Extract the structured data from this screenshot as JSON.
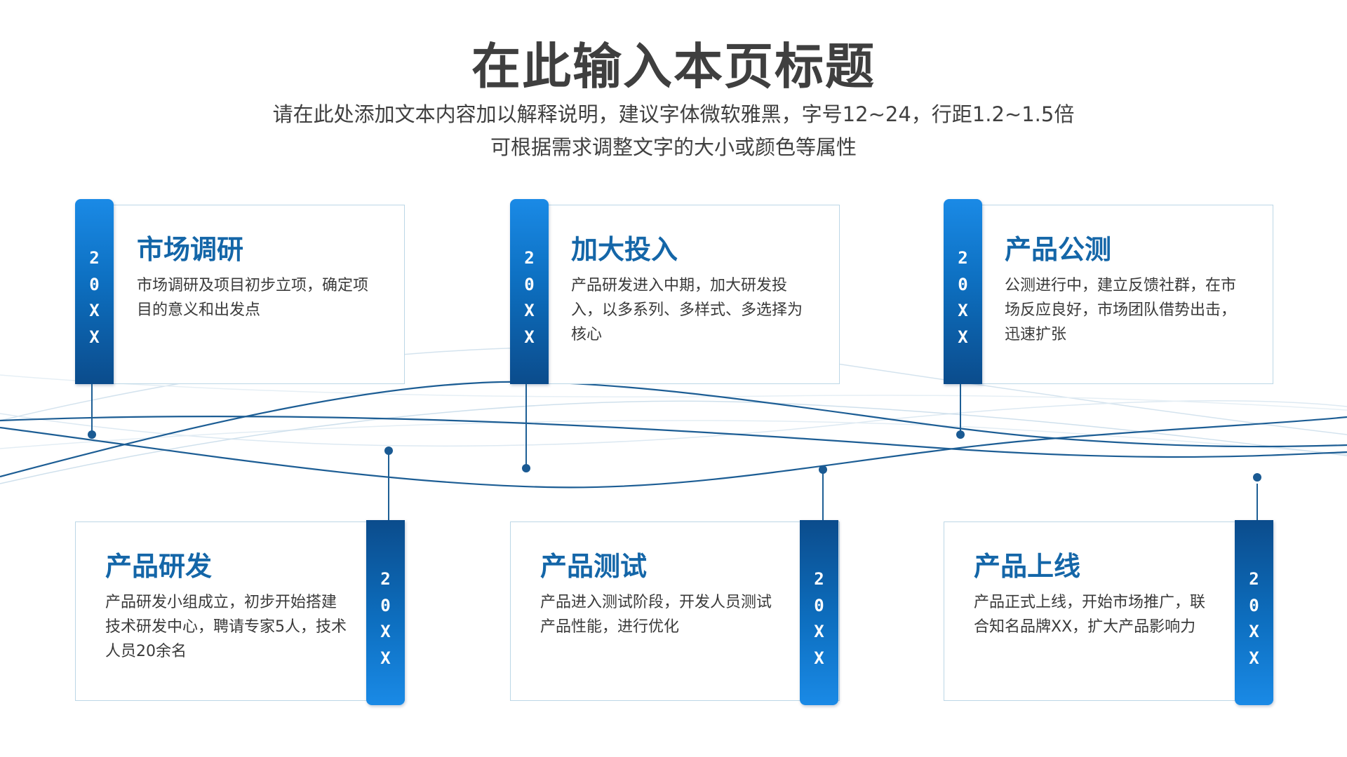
{
  "header": {
    "title": "在此输入本页标题",
    "subtitle_line1": "请在此处添加文本内容加以解释说明，建议字体微软雅黑，字号12~24，行距1.2~1.5倍",
    "subtitle_line2": "可根据需求调整文字的大小或颜色等属性"
  },
  "colors": {
    "accent": "#0d6fc0",
    "accent_dark": "#0b4c8c",
    "title_blue": "#1466a8",
    "card_border": "#bcd7e6",
    "line": "#1e5f95"
  },
  "milestones": [
    {
      "year": "20XX",
      "title": "市场调研",
      "text": "市场调研及项目初步立项，确定项目的意义和出发点"
    },
    {
      "year": "20XX",
      "title": "加大投入",
      "text": "产品研发进入中期，加大研发投入，以多系列、多样式、多选择为核心"
    },
    {
      "year": "20XX",
      "title": "产品公测",
      "text": "公测进行中，建立反馈社群，在市场反应良好，市场团队借势出击，迅速扩张"
    },
    {
      "year": "20XX",
      "title": "产品研发",
      "text": "产品研发小组成立，初步开始搭建技术研发中心，聘请专家5人，技术人员20余名"
    },
    {
      "year": "20XX",
      "title": "产品测试",
      "text": "产品进入测试阶段，开发人员测试产品性能，进行优化"
    },
    {
      "year": "20XX",
      "title": "产品上线",
      "text": "产品正式上线，开始市场推广，联合知名品牌XX，扩大产品影响力"
    }
  ]
}
